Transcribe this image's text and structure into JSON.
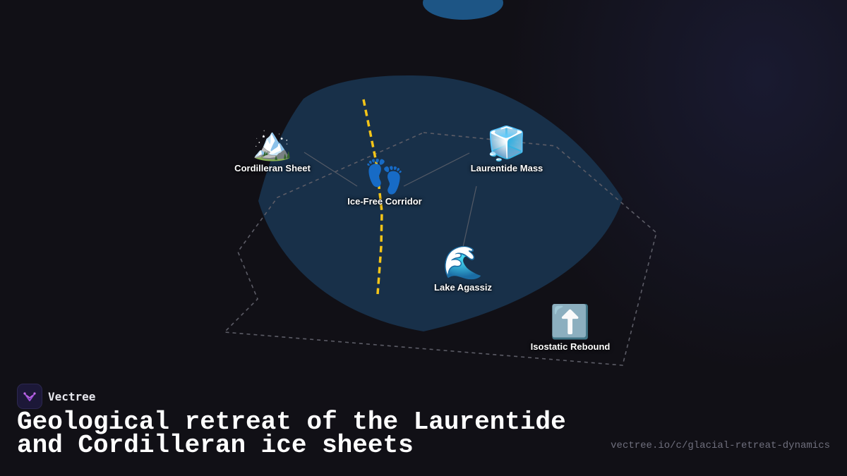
{
  "brand": {
    "name": "Vectree",
    "logo_icon": "vectree-logo-icon"
  },
  "title": "Geological retreat of the Laurentide and Cordilleran ice sheets",
  "source_url": "vectree.io/c/glacial-retreat-dynamics",
  "colors": {
    "background": "#111016",
    "ice_region": "#183049",
    "top_blob": "#1d5585",
    "corridor_line": "#f5c518",
    "boundary_dash": "#5c5c66",
    "edge": "#545a66"
  },
  "nodes": [
    {
      "id": "cordilleran",
      "icon": "snow-capped-mountain-icon",
      "emoji": "🏔️",
      "label": "Cordilleran Sheet"
    },
    {
      "id": "corridor",
      "icon": "footprints-icon",
      "emoji": "👣",
      "label": "Ice-Free Corridor"
    },
    {
      "id": "laurentide",
      "icon": "ice-cube-icon",
      "emoji": "🧊",
      "label": "Laurentide Mass"
    },
    {
      "id": "agassiz",
      "icon": "water-wave-icon",
      "emoji": "🌊",
      "label": "Lake Agassiz"
    },
    {
      "id": "rebound",
      "icon": "up-arrow-icon",
      "emoji": "⬆️",
      "label": "Isostatic Rebound"
    }
  ],
  "edges": [
    {
      "from": "cordilleran",
      "to": "corridor"
    },
    {
      "from": "laurentide",
      "to": "corridor"
    },
    {
      "from": "laurentide",
      "to": "agassiz"
    }
  ]
}
